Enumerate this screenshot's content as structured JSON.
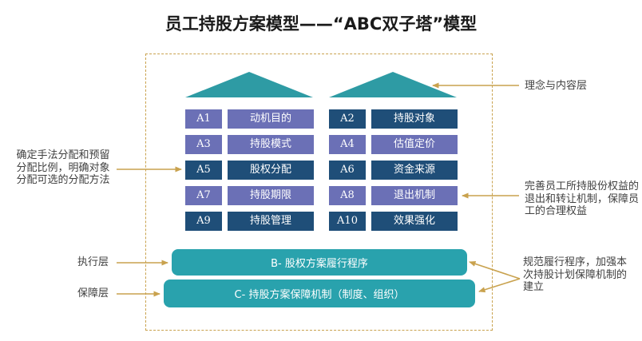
{
  "title": "员工持股方案模型——“ABC双子塔”模型",
  "colors": {
    "teal-roof": "#2E9BA4",
    "teal-bar": "#29A2AD",
    "purple": "#6B70B6",
    "navy": "#1F4E78",
    "gold": "#C9A24E",
    "note": "#404040",
    "title": "#1A1A1A"
  },
  "towers": {
    "cells": [
      {
        "num": "A1",
        "label": "动机目的",
        "variant": "purple"
      },
      {
        "num": "A2",
        "label": "持股对象",
        "variant": "navy"
      },
      {
        "num": "A3",
        "label": "持股模式",
        "variant": "purple"
      },
      {
        "num": "A4",
        "label": "估值定价",
        "variant": "purple"
      },
      {
        "num": "A5",
        "label": "股权分配",
        "variant": "navy"
      },
      {
        "num": "A6",
        "label": "资金来源",
        "variant": "navy"
      },
      {
        "num": "A7",
        "label": "持股期限",
        "variant": "purple"
      },
      {
        "num": "A8",
        "label": "退出机制",
        "variant": "purple"
      },
      {
        "num": "A9",
        "label": "持股管理",
        "variant": "navy"
      },
      {
        "num": "A10",
        "label": "效果强化",
        "variant": "navy"
      }
    ]
  },
  "bars": {
    "b_label": "B- 股权方案履行程序",
    "c_label": "C- 持股方案保障机制（制度、组织）"
  },
  "annotations": {
    "concept_layer": "理念与内容层",
    "allocation_note": "确定手法分配和预留分配比例，明确对象分配可选的分配方法",
    "exit_note": "完善员工所持股份权益的退出和转让机制，保障员工的合理权益",
    "execution_layer": "执行层",
    "guarantee_layer": "保障层",
    "procedure_note": "规范履行程序，加强本次持股计划保障机制的建立"
  }
}
